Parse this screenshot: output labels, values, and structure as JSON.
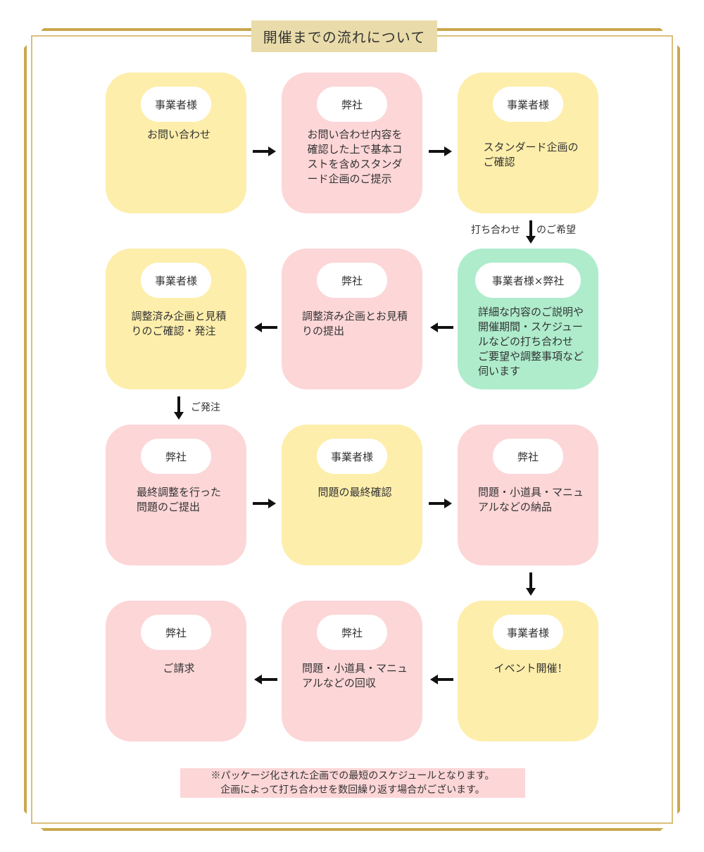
{
  "title": "開催までの流れについて",
  "colors": {
    "yellow": "#fdeeab",
    "pink": "#fdd6d7",
    "green": "#aeeccc",
    "gold": "#c9a84e"
  },
  "rows": [
    [
      {
        "badge": "事業者様",
        "text": "お問い合わせ",
        "color": "yellow"
      },
      {
        "badge": "弊社",
        "text": "お問い合わせ内容を\n確認した上で基本コ\nストを含めスタンダ\nード企画のご提示",
        "color": "pink"
      },
      {
        "badge": "事業者様",
        "text": "スタンダード企画の\nご確認",
        "color": "yellow"
      }
    ],
    [
      {
        "badge": "事業者様",
        "text": "調整済み企画と見積\nりのご確認・発注",
        "color": "yellow"
      },
      {
        "badge": "弊社",
        "text": "調整済み企画とお見積\nりの提出",
        "color": "pink"
      },
      {
        "badge": "事業者様×弊社",
        "text": "詳細な内容のご説明や\n開催期間・スケジュー\nルなどの打ち合わせ\nご要望や調整事項など\n伺います",
        "color": "green"
      }
    ],
    [
      {
        "badge": "弊社",
        "text": "最終調整を行った\n問題のご提出",
        "color": "pink"
      },
      {
        "badge": "事業者様",
        "text": "問題の最終確認",
        "color": "yellow"
      },
      {
        "badge": "弊社",
        "text": "問題・小道具・マニュ\nアルなどの納品",
        "color": "pink"
      }
    ],
    [
      {
        "badge": "弊社",
        "text": "ご請求",
        "color": "pink"
      },
      {
        "badge": "弊社",
        "text": "問題・小道具・マニュ\nアルなどの回収",
        "color": "pink"
      },
      {
        "badge": "事業者様",
        "text": "イベント開催！",
        "color": "yellow"
      }
    ]
  ],
  "connector_labels": {
    "row1_to_row2_left": "打ち合わせ",
    "row1_to_row2_right": "のご希望",
    "row2_to_row3": "ご発注"
  },
  "note": {
    "line1": "※パッケージ化された企画での最短のスケジュールとなります。",
    "line2": "企画によって打ち合わせを数回繰り返す場合がございます。"
  }
}
